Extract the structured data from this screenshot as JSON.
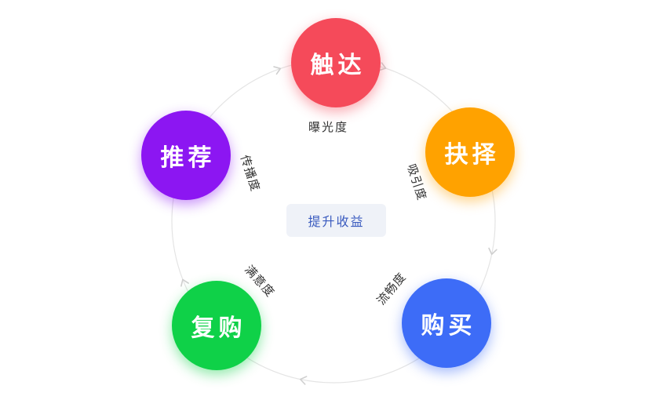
{
  "nodes": [
    {
      "label": "触达",
      "color": "#f54a5a",
      "glow": "rgba(245,74,90,0.45)"
    },
    {
      "label": "抉择",
      "color": "#ffa200",
      "glow": "rgba(255,162,0,0.45)"
    },
    {
      "label": "购买",
      "color": "#3d6cf7",
      "glow": "rgba(61,108,247,0.45)"
    },
    {
      "label": "复购",
      "color": "#0fd148",
      "glow": "rgba(15,209,72,0.45)"
    },
    {
      "label": "推荐",
      "color": "#8c16f2",
      "glow": "rgba(140,22,242,0.45)"
    }
  ],
  "metrics": {
    "exposure": "曝光度",
    "attraction": "吸引度",
    "fluency": "流畅度",
    "satisfaction": "满意度",
    "spread": "传播度"
  },
  "center": {
    "label": "提升收益"
  },
  "ring_color": "#e4e4e4",
  "arrow_color": "#cfcfcf"
}
